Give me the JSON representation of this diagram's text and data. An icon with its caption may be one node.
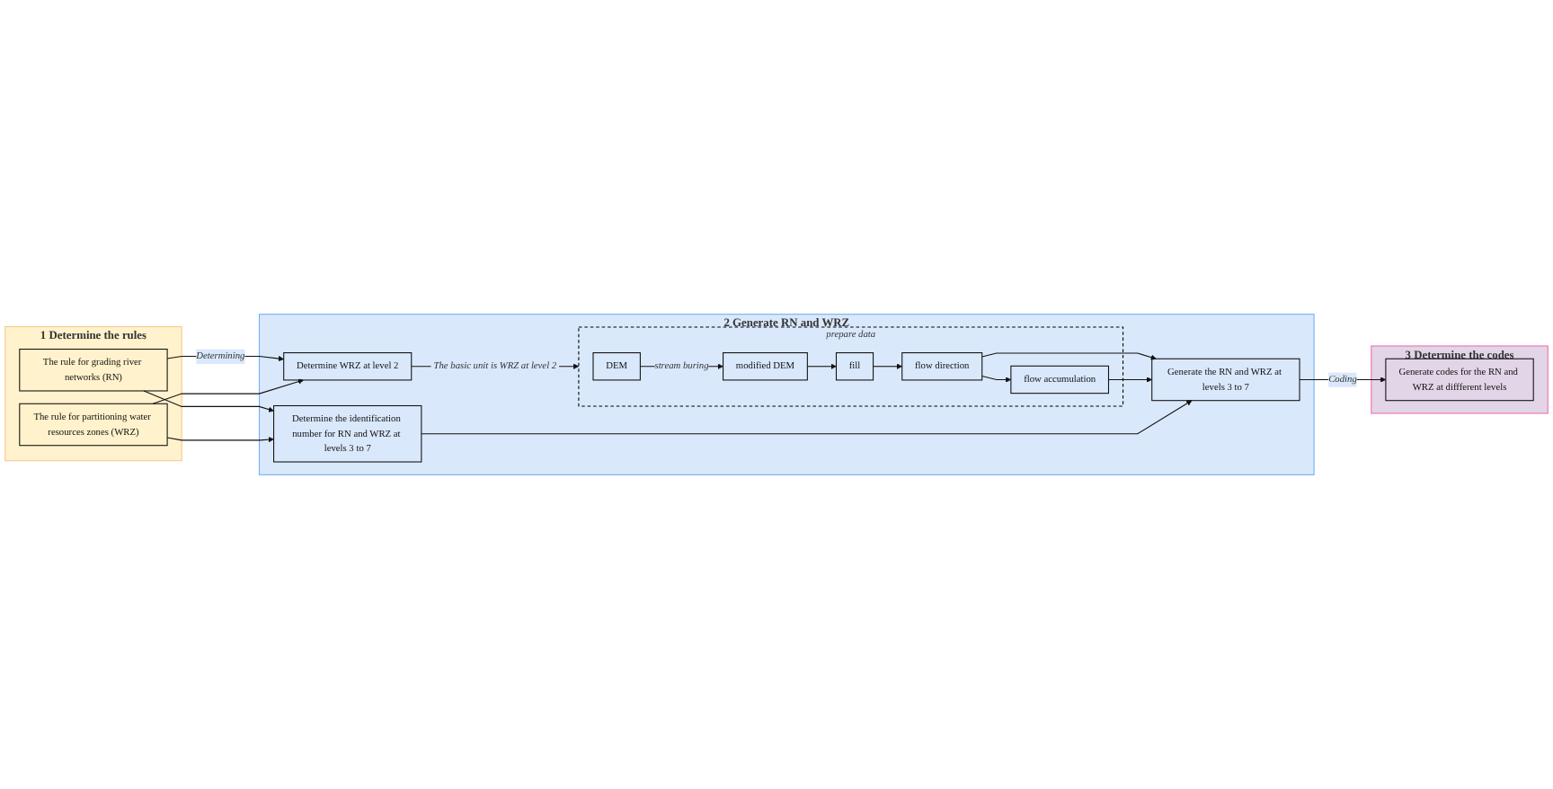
{
  "diagram": {
    "nodes": [
      {
        "text": [
          "1 Determine the rules"
        ]
      },
      {
        "text": [
          "The rule for grading river networks (RN)"
        ],
        "in": 0
      },
      {
        "text": [
          "The rule for partitioning water resources zones (WRZ)"
        ],
        "in": 0
      },
      {
        "text": [
          "2 Generate RN and WRZ"
        ]
      },
      {
        "text": [
          "Determine WRZ at level 2"
        ],
        "in": 3
      },
      {
        "text": [
          "Determine the identification number for RN and WRZ at levels 3 to 7"
        ],
        "in": 3
      },
      {
        "text": [
          "Generate the RN and WRZ at levels 3 to 7"
        ],
        "in": 3
      },
      {
        "text": [
          "prepare data"
        ],
        "in": 3
      },
      {
        "text": [
          "DEM"
        ],
        "in": 7
      },
      {
        "text": [
          "modified DEM"
        ],
        "in": 7
      },
      {
        "text": [
          "fill"
        ],
        "in": 7
      },
      {
        "text": [
          "flow direction"
        ],
        "in": 7
      },
      {
        "text": [
          "flow accumulation"
        ],
        "in": 7
      },
      {
        "text": [
          "3 Determine the codes"
        ]
      },
      {
        "text": [
          "Generate codes for the RN and WRZ at diffferent levels"
        ],
        "in": 13
      }
    ],
    "edges": [
      {
        "from": 1,
        "to": 4,
        "arrow": "to",
        "label": "Determining"
      },
      {
        "from": 1,
        "to": 5,
        "arrow": "to"
      },
      {
        "from": 2,
        "to": 4,
        "arrow": "to"
      },
      {
        "from": 2,
        "to": 5,
        "arrow": "to"
      },
      {
        "from": 4,
        "to": 7,
        "arrow": "to",
        "label": "The basic unit is WRZ at level 2"
      },
      {
        "from": 8,
        "to": 9,
        "arrow": "to",
        "label": "stream buring"
      },
      {
        "from": 9,
        "to": 10,
        "arrow": "to"
      },
      {
        "from": 10,
        "to": 11,
        "arrow": "to"
      },
      {
        "from": 11,
        "to": 12,
        "arrow": "to"
      },
      {
        "from": 11,
        "to": 6,
        "arrow": "to"
      },
      {
        "from": 12,
        "to": 6,
        "arrow": "to"
      },
      {
        "from": 5,
        "to": 6,
        "arrow": "to"
      },
      {
        "from": 6,
        "to": 14,
        "arrow": "to",
        "label": "Coding"
      }
    ]
  }
}
